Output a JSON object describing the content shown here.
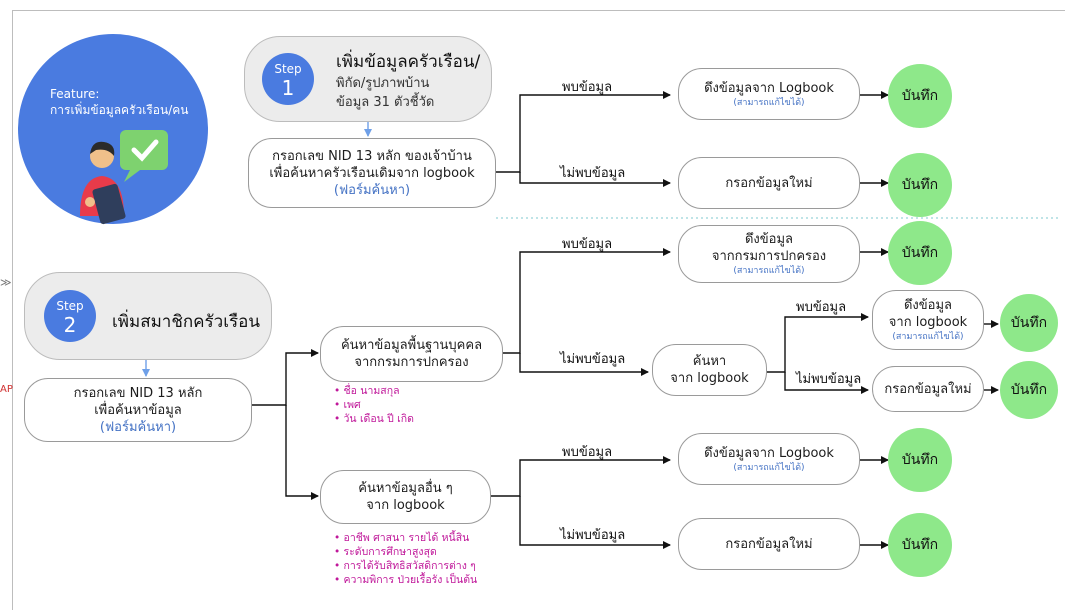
{
  "feature": {
    "line1": "Feature:",
    "line2": "การเพิ่มข้อมูลครัวเรือน/คน"
  },
  "step1": {
    "word": "Step",
    "num": "1",
    "title": "เพิ่มข้อมูลครัวเรือน/",
    "line2": "พิกัด/รูปภาพบ้าน",
    "line3": "ข้อมูล 31 ตัวชี้วัด"
  },
  "step2": {
    "word": "Step",
    "num": "2",
    "title": "เพิ่มสมาชิกครัวเรือน"
  },
  "labels": {
    "found": "พบข้อมูล",
    "not_found": "ไม่พบข้อมูล",
    "save": "บันทึก",
    "editable": "(สามารถแก้ไขได้)"
  },
  "nodes": {
    "s1_input_l1": "กรอกเลข NID 13 หลัก ของเจ้าบ้าน",
    "s1_input_l2": "เพื่อค้นหาครัวเรือนเดิมจาก logbook",
    "search_form": "(ฟอร์มค้นหา)",
    "pull_logbook": "ดึงข้อมูลจาก Logbook",
    "new_entry": "กรอกข้อมูลใหม่",
    "s2_input_l1": "กรอกเลข NID 13 หลัก",
    "s2_input_l2": "เพื่อค้นหาข้อมูล",
    "search_basic_l1": "ค้นหาข้อมูลพื้นฐานบุคคล",
    "search_basic_l2": "จากกรมการปกครอง",
    "pull_dopa_l1": "ดึงข้อมูล",
    "pull_dopa_l2": "จากกรมการปกครอง",
    "search_lb_l1": "ค้นหา",
    "search_lb_l2": "จาก logbook",
    "pull_lb2_l1": "ดึงข้อมูล",
    "pull_lb2_l2": "จาก logbook",
    "search_other_l1": "ค้นหาข้อมูลอื่น ๆ",
    "search_other_l2": "จาก logbook"
  },
  "bullets_basic": [
    "ชื่อ นามสกุล",
    "เพศ",
    "วัน เดือน ปี เกิด"
  ],
  "bullets_other": [
    "อาชีพ ศาสนา รายได้ หนี้สิน",
    "ระดับการศึกษาสูงสุด",
    "การได้รับสิทธิสวัสดิการต่าง ๆ",
    "ความพิการ ป่วยเรื้อรัง เป็นต้น"
  ],
  "margin_glyphs": {
    "chevron": "≫",
    "fragment": "AP"
  },
  "colors": {
    "accent_blue": "#4a7be0",
    "save_green": "#8ee88a",
    "bullet_magenta": "#c0189a",
    "sub_blue": "#4472c4"
  }
}
